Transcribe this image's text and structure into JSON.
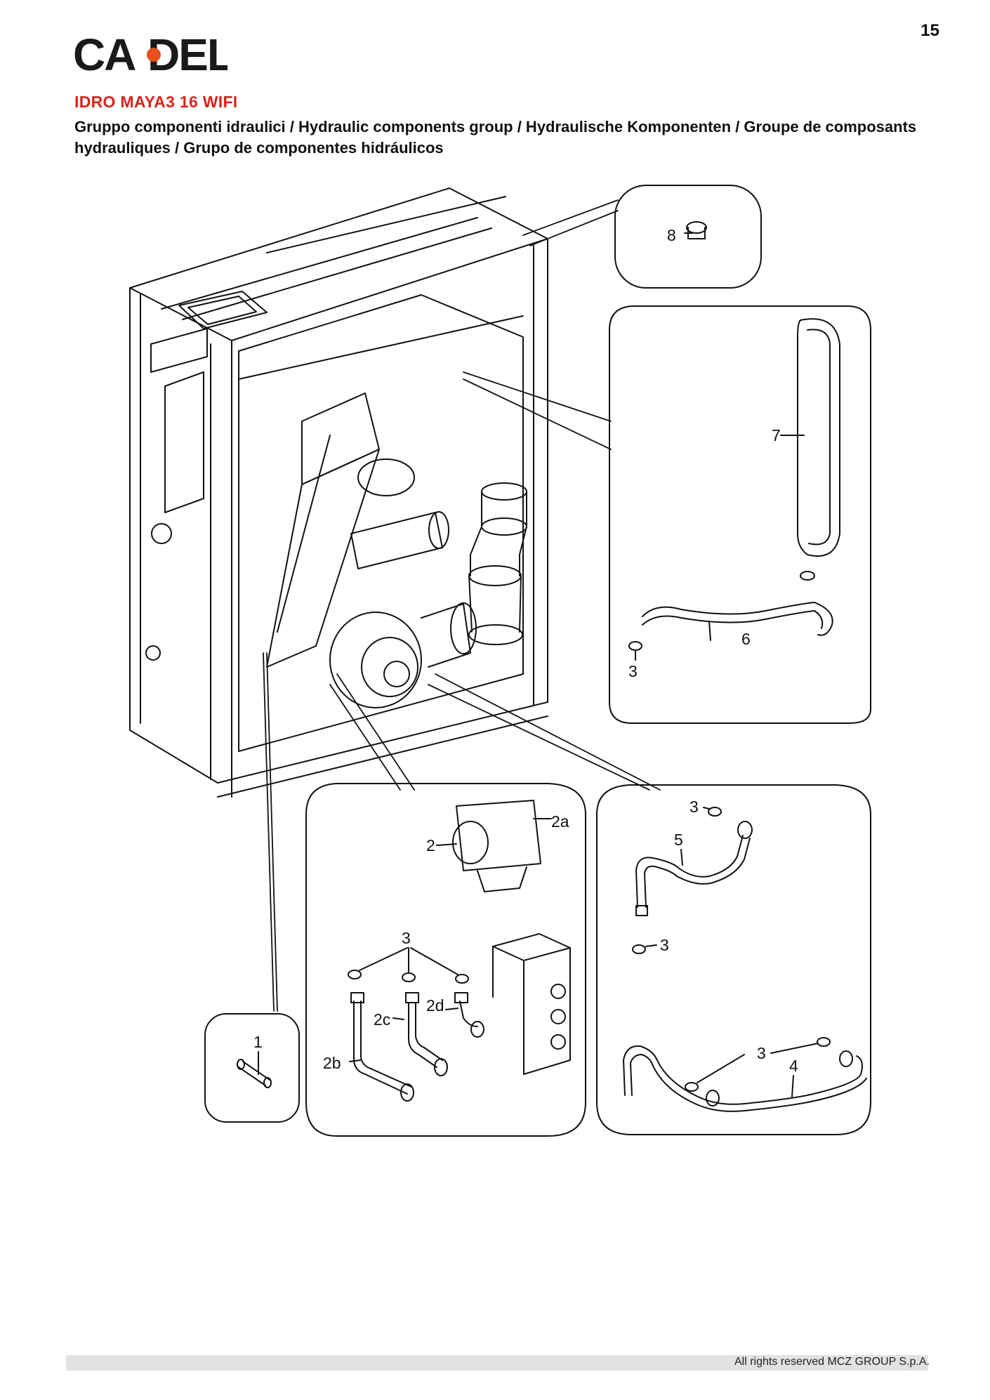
{
  "header": {
    "page_number": "15",
    "brand": "CADEL",
    "title": "IDRO MAYA3 16 WIFI",
    "subtitle": "Gruppo componenti idraulici / Hydraulic components group / Hydraulische Komponenten  / Groupe de composants hydrauliques / Grupo de componentes hidráulicos"
  },
  "callouts": {
    "c8": "8",
    "c7": "7",
    "c6": "6",
    "c3_detail_right": "3",
    "c2a": "2a",
    "c2": "2",
    "c3_pump_group": "3",
    "c2c": "2c",
    "c2d": "2d",
    "c2b": "2b",
    "c1": "1",
    "c3_top": "3",
    "c5": "5",
    "c3_mid": "3",
    "c3_bottom": "3",
    "c4": "4"
  },
  "footer": {
    "copyright": "All rights reserved MCZ GROUP S.p.A."
  },
  "colors": {
    "title_red": "#d7261e",
    "logo_dot": "#e8501e",
    "line": "#111111",
    "footer_bar": "#e2e2e2"
  }
}
